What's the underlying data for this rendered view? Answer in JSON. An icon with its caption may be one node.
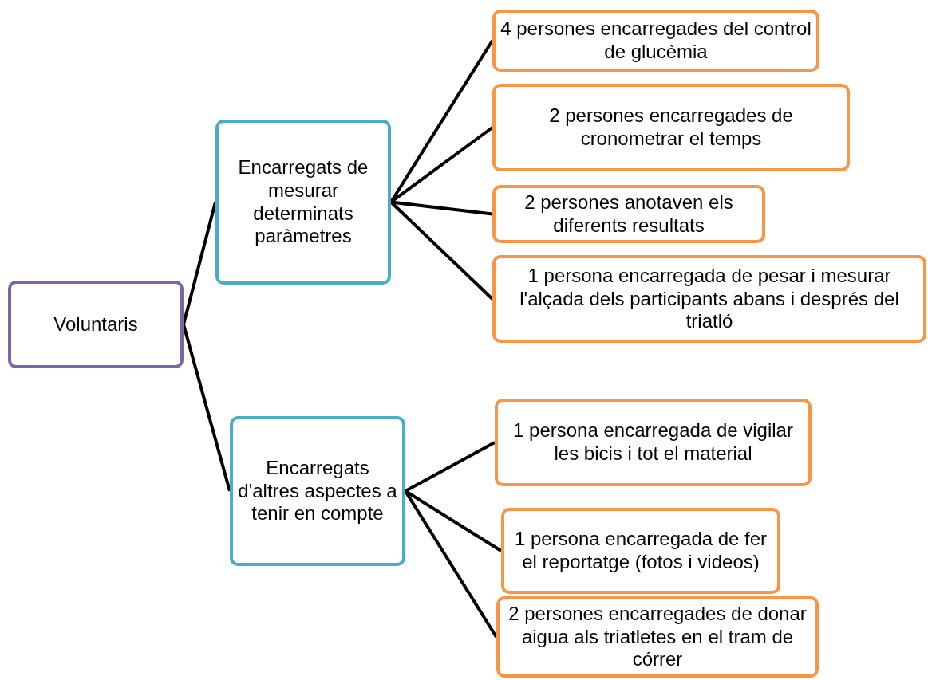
{
  "diagram": {
    "nodes": [
      {
        "text": [
          "Voluntaris"
        ]
      },
      {
        "text": [
          "Encarregats de mesurar determinats paràmetres"
        ]
      },
      {
        "text": [
          "Encarregats d'altres aspectes a tenir en compte"
        ]
      },
      {
        "text": [
          "4 persones encarregades del control de glucèmia"
        ]
      },
      {
        "text": [
          "2 persones encarregades de cronometrar el temps"
        ]
      },
      {
        "text": [
          "2 persones anotaven els diferents resultats"
        ]
      },
      {
        "text": [
          "1 persona encarregada de pesar i mesurar l'alçada dels participants abans i després del triatló"
        ]
      },
      {
        "text": [
          "1 persona encarregada de vigilar les bicis i tot el material"
        ]
      },
      {
        "text": [
          "1 persona encarregada de fer el reportatge (fotos i videos)"
        ]
      },
      {
        "text": [
          "2 persones encarregades de donar aigua als triatletes en el tram de córrer"
        ]
      }
    ],
    "edges": [
      {
        "from": 0,
        "to": 1,
        "arrow": "none"
      },
      {
        "from": 0,
        "to": 2,
        "arrow": "none"
      },
      {
        "from": 1,
        "to": 3,
        "arrow": "none"
      },
      {
        "from": 1,
        "to": 4,
        "arrow": "none"
      },
      {
        "from": 1,
        "to": 5,
        "arrow": "none"
      },
      {
        "from": 1,
        "to": 6,
        "arrow": "none"
      },
      {
        "from": 2,
        "to": 7,
        "arrow": "none"
      },
      {
        "from": 2,
        "to": 8,
        "arrow": "none"
      },
      {
        "from": 2,
        "to": 9,
        "arrow": "none"
      }
    ]
  }
}
